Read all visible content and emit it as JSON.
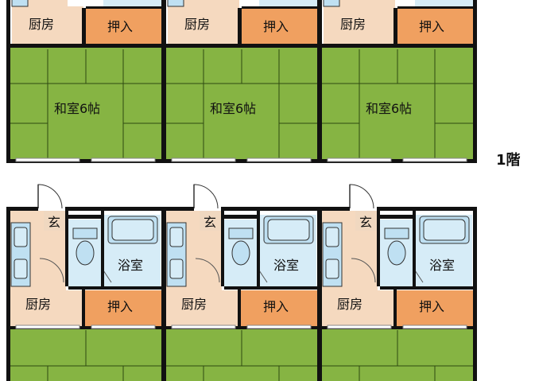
{
  "floor_label": "1階",
  "room_labels": {
    "kitchen": "厨房",
    "closet": "押入",
    "japanese_room": "和室6帖",
    "entrance": "玄",
    "bath": "浴室"
  },
  "colors": {
    "wall": "#111111",
    "tatami": "#86b443",
    "kitchen_floor": "#f5d9bf",
    "closet_floor": "#f0a060",
    "bath_floor": "#d6ecf7",
    "fixture_fill": "#bfe0f2",
    "entrance_floor": "#f0d8c0"
  },
  "icons": [
    "door-swing-icon",
    "toilet-icon",
    "bathtub-icon",
    "sink-icon"
  ]
}
